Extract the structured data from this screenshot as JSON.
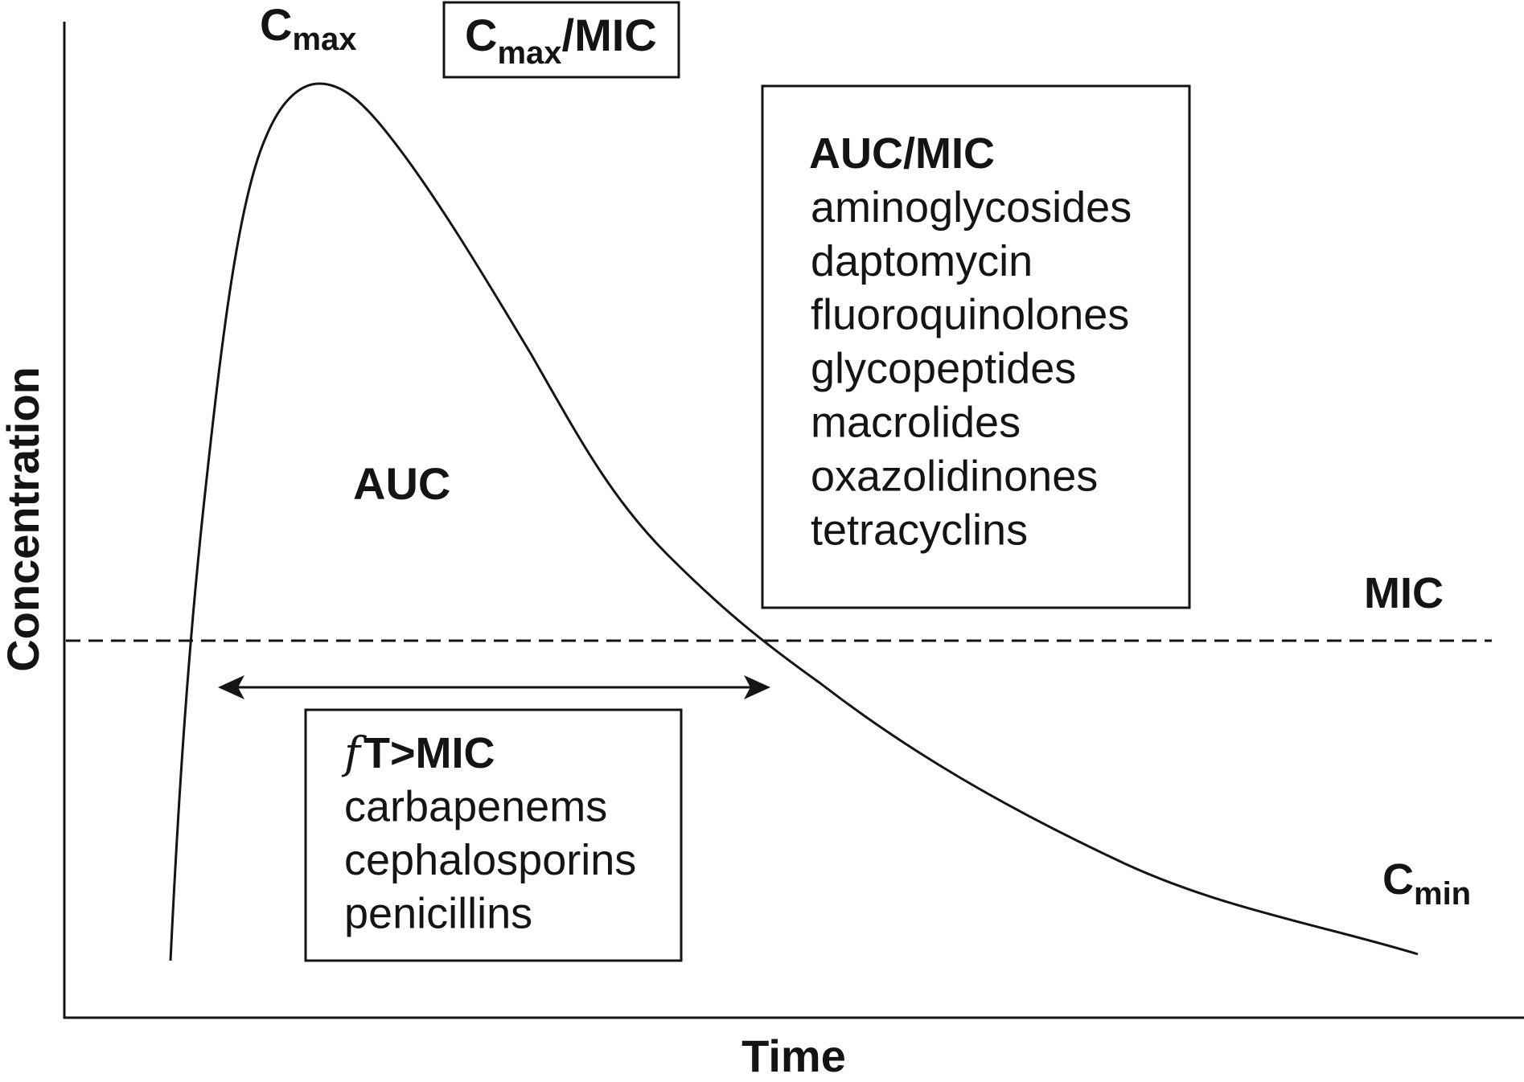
{
  "diagram": {
    "title": "Pharmacokinetic/pharmacodynamic indices on a concentration-time curve",
    "axes": {
      "x_label": "Time",
      "y_label": "Concentration"
    },
    "labels": {
      "cmax_base": "C",
      "cmax_sub": "max",
      "cmin_base": "C",
      "cmin_sub": "min",
      "auc": "AUC",
      "mic": "MIC"
    },
    "cmax_mic_box": {
      "base": "C",
      "sub": "max",
      "suffix": "/MIC"
    },
    "auc_mic_box": {
      "heading": "AUC/MIC",
      "items": [
        "aminoglycosides",
        "daptomycin",
        "fluoroquinolones",
        "glycopeptides",
        "macrolides",
        "oxazolidinones",
        "tetracyclins"
      ]
    },
    "ft_mic_box": {
      "heading_italic": "f",
      "heading_rest": "T>MIC",
      "items": [
        "carbapenems",
        "cephalosporins",
        "penicillins"
      ]
    },
    "colors": {
      "ink": "#141414",
      "background": "#ffffff"
    }
  }
}
